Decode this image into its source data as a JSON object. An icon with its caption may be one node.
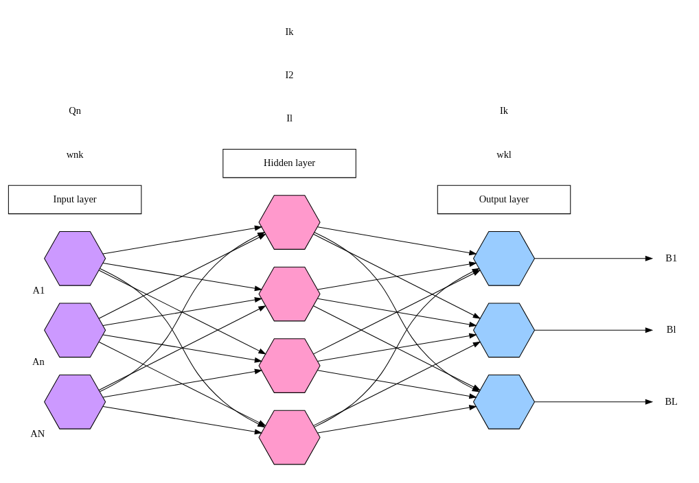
{
  "diagram": {
    "nodes": [
      {
        "text": [],
        "shape": "hexagon",
        "beside": [
          "A1"
        ]
      },
      {
        "text": [],
        "shape": "hexagon",
        "beside": [
          "An"
        ]
      },
      {
        "text": [],
        "shape": "hexagon",
        "beside": [
          "AN"
        ]
      },
      {
        "text": [],
        "shape": "hexagon"
      },
      {
        "text": [],
        "shape": "hexagon"
      },
      {
        "text": [],
        "shape": "hexagon"
      },
      {
        "text": [],
        "shape": "hexagon"
      },
      {
        "text": [],
        "shape": "hexagon"
      },
      {
        "text": [],
        "shape": "hexagon"
      },
      {
        "text": [],
        "shape": "hexagon"
      },
      {
        "text": [
          "B1"
        ]
      },
      {
        "text": [
          "Bl"
        ]
      },
      {
        "text": [
          "BL"
        ]
      },
      {
        "text": [
          "Input layer"
        ]
      },
      {
        "text": [
          "Hidden layer"
        ]
      },
      {
        "text": [
          "Output layer"
        ]
      }
    ],
    "edges": [
      {
        "from": 0,
        "to": 3,
        "arrow": "to"
      },
      {
        "from": 0,
        "to": 4,
        "arrow": "to"
      },
      {
        "from": 0,
        "to": 5,
        "arrow": "to"
      },
      {
        "from": 0,
        "to": 6,
        "arrow": "to"
      },
      {
        "from": 1,
        "to": 3,
        "arrow": "to"
      },
      {
        "from": 1,
        "to": 4,
        "arrow": "to"
      },
      {
        "from": 1,
        "to": 5,
        "arrow": "to"
      },
      {
        "from": 1,
        "to": 6,
        "arrow": "to"
      },
      {
        "from": 2,
        "to": 3,
        "arrow": "to"
      },
      {
        "from": 2,
        "to": 4,
        "arrow": "to"
      },
      {
        "from": 2,
        "to": 5,
        "arrow": "to"
      },
      {
        "from": 2,
        "to": 6,
        "arrow": "to"
      },
      {
        "from": 3,
        "to": 7,
        "arrow": "to"
      },
      {
        "from": 3,
        "to": 8,
        "arrow": "to"
      },
      {
        "from": 3,
        "to": 9,
        "arrow": "to"
      },
      {
        "from": 4,
        "to": 7,
        "arrow": "to"
      },
      {
        "from": 4,
        "to": 8,
        "arrow": "to"
      },
      {
        "from": 4,
        "to": 9,
        "arrow": "to"
      },
      {
        "from": 5,
        "to": 7,
        "arrow": "to"
      },
      {
        "from": 5,
        "to": 8,
        "arrow": "to"
      },
      {
        "from": 5,
        "to": 9,
        "arrow": "to"
      },
      {
        "from": 6,
        "to": 7,
        "arrow": "to"
      },
      {
        "from": 6,
        "to": 8,
        "arrow": "to"
      },
      {
        "from": 6,
        "to": 9,
        "arrow": "to"
      },
      {
        "from": 7,
        "to": 10,
        "arrow": "to"
      },
      {
        "from": 8,
        "to": 11,
        "arrow": "to"
      },
      {
        "from": 9,
        "to": 12,
        "arrow": "to"
      }
    ],
    "labels": [
      "Il",
      "wnk",
      "wkl",
      "I2",
      "Ik",
      "Qn",
      "Ik"
    ]
  }
}
